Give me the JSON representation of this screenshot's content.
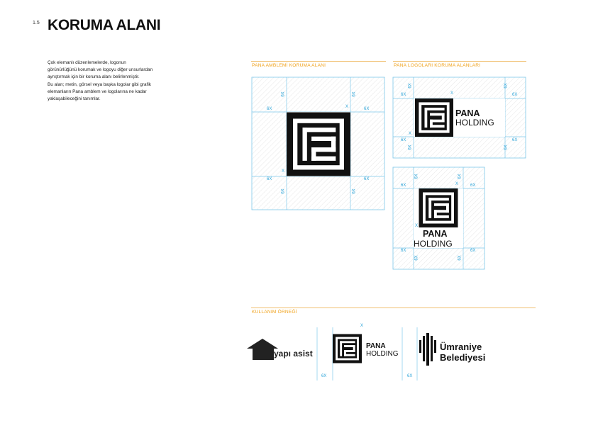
{
  "page": {
    "section_number": "1.5",
    "title": "KORUMA ALANI",
    "description": [
      "Çok elemanlı düzenlemelerde, logonun",
      "görünürlüğünü korumak ve logoyu diğer unsurlardan",
      "ayrıştırmak için bir koruma alanı belirlenmiştir.",
      "Bu alan; metin, görsel veya başka logolar gibi grafik",
      "elemanların Pana amblem ve logolarına ne kadar",
      "yaklaşabileceğini tanımlar."
    ]
  },
  "sections": {
    "emblem_header": "PANA AMBLEMİ KORUMA ALANI",
    "logos_header": "PANA LOGOLARI KORUMA ALANLARI",
    "usage_header": "KULLANIM ÖRNEĞİ"
  },
  "labels": {
    "unit_x": "X",
    "unit_6x": "6X",
    "brand_top": "PANA",
    "brand_bottom": "HOLDING",
    "yapi_asist": "yapı asist",
    "umraniye_1": "Ümraniye",
    "umraniye_2": "Belediyesi"
  },
  "colors": {
    "accent_orange": "#f0a21b",
    "guide_cyan": "#2aa3d8",
    "logo_black": "#111111"
  }
}
